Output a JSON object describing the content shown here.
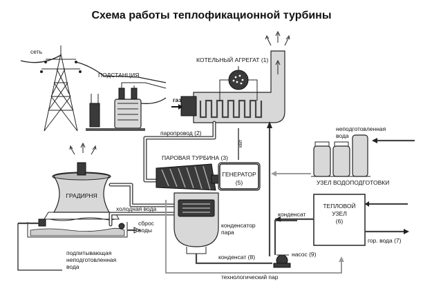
{
  "title": "Схема работы теплофикационной турбины",
  "labels": {
    "set": "сеть",
    "substation": "ПОДСТАНЦИЯ",
    "boiler": "КОТЕЛЬНЫЙ АГРЕГАТ (1)",
    "gas": "газ",
    "steam_line": "паропровод (2)",
    "kw": "кВт",
    "steam_turbine": "ПАРОВАЯ ТУРБИНА (3)",
    "generator": "ГЕНЕРАТОР",
    "generator_num": "(5)",
    "cooling_tower": "ГРАДИРНЯ",
    "cold_water": "холодная вода",
    "discharge_line1": "сброс",
    "discharge_line2": "воды",
    "condenser_line1": "конденсатор",
    "condenser_line2": "пара",
    "condensate_8": "конденсат (8)",
    "pump": "насос (9)",
    "tech_steam": "технологический пар",
    "makeup_line1": "подпитывающая",
    "makeup_line2": "неподготовленная",
    "makeup_line3": "вода",
    "untreated_line1": "неподготовленная",
    "untreated_line2": "вода",
    "water_treatment": "УЗЕЛ ВОДОПОДГОТОВКИ",
    "condensate": "конденсат",
    "heat_node_line1": "ТЕПЛОВОЙ",
    "heat_node_line2": "УЗЕЛ",
    "heat_node_line3": "(6)",
    "hot_water": "гор. вода (7)"
  },
  "colors": {
    "background": "#ffffff",
    "line": "#222222",
    "technological_steam": "#9a9a9a"
  }
}
